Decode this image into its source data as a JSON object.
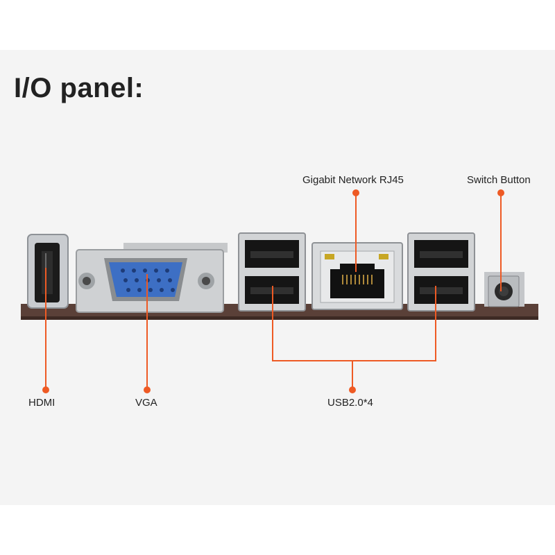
{
  "title": "I/O panel:",
  "accent_color": "#ee5a24",
  "ports": {
    "hdmi": "HDMI",
    "vga": "VGA",
    "usb": "USB2.0*4",
    "rj45": "Gigabit Network RJ45",
    "switch": "Switch Button"
  }
}
